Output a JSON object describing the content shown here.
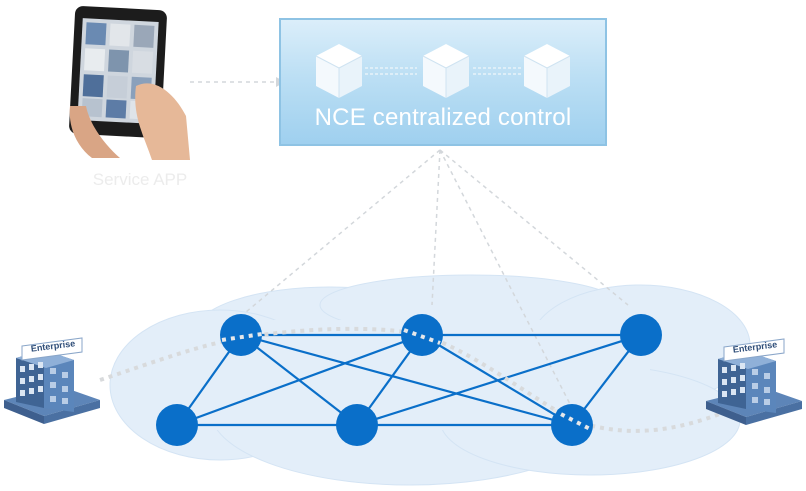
{
  "controller": {
    "title": "NCE centralized control",
    "color": "#bcdff4"
  },
  "app": {
    "label": "Service APP"
  },
  "enterprise_left": {
    "sign": "Enterprise"
  },
  "enterprise_right": {
    "sign": "Enterprise"
  },
  "network": {
    "node_color": "#0a6fc9",
    "link_color": "#0a6fc9",
    "cloud_color": "#e3eef9"
  },
  "icons": [
    "tablet-icon",
    "cube-icon",
    "enterprise-building-icon",
    "cloud-shape",
    "network-node"
  ]
}
